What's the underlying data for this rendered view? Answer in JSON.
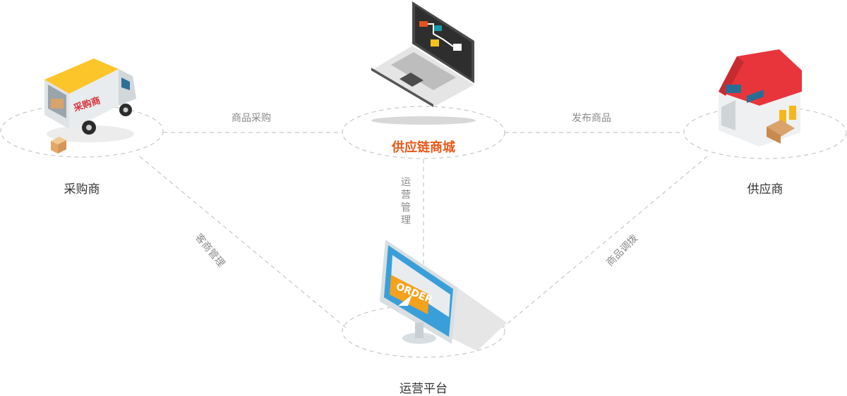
{
  "diagram": {
    "nodes": {
      "buyer": {
        "label": "采购商",
        "icon": "delivery-truck-icon",
        "truck_text": "采购商"
      },
      "mall": {
        "label": "供应链商城",
        "icon": "laptop-icon"
      },
      "supplier": {
        "label": "供应商",
        "icon": "warehouse-icon"
      },
      "platform": {
        "label": "运营平台",
        "icon": "order-monitor-icon",
        "screen_text": "ORDER"
      }
    },
    "edges": {
      "buyer_mall": {
        "label": "商品采购"
      },
      "supplier_mall": {
        "label": "发布商品"
      },
      "mall_platform": {
        "label": "运营管理"
      },
      "buyer_platform": {
        "label": "客商管理"
      },
      "supplier_platform": {
        "label": "商品调拨"
      }
    },
    "colors": {
      "hub_label": "#e8591a",
      "edge_label": "#8a8a8a",
      "node_label": "#333333",
      "dashed_line": "#bdbdbd"
    }
  }
}
